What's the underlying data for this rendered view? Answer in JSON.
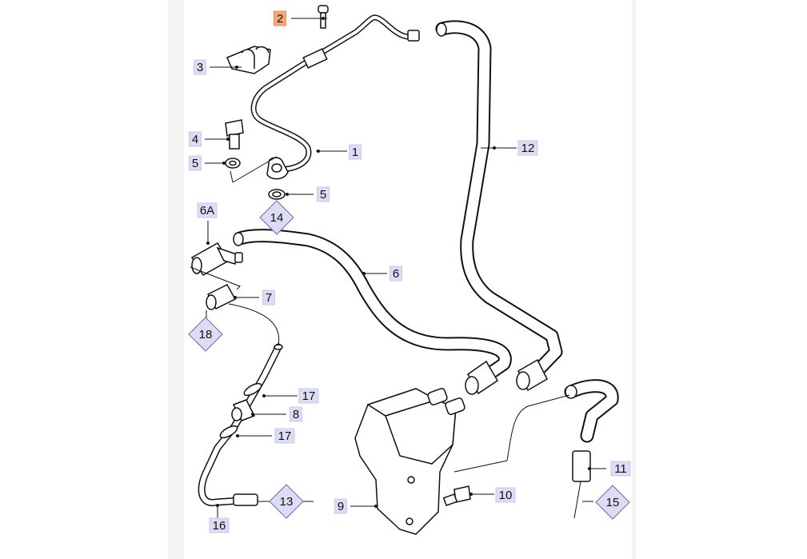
{
  "colors": {
    "label_box_bg": "#dcdcf4",
    "label_box_border": "#c9c9ee",
    "highlight_bg": "#f7a97a",
    "highlight_border": "#e58a55",
    "diamond_bg": "#dcdcf4",
    "diamond_border": "#6a6ab0",
    "line": "#111111"
  },
  "parts": [
    {
      "id": "part-2",
      "text": "2",
      "highlighted": true
    },
    {
      "id": "part-3",
      "text": "3"
    },
    {
      "id": "part-4",
      "text": "4"
    },
    {
      "id": "part-5a",
      "text": "5"
    },
    {
      "id": "part-1",
      "text": "1"
    },
    {
      "id": "part-5b",
      "text": "5"
    },
    {
      "id": "part-12",
      "text": "12"
    },
    {
      "id": "part-6a",
      "text": "6A"
    },
    {
      "id": "part-6",
      "text": "6"
    },
    {
      "id": "part-7",
      "text": "7"
    },
    {
      "id": "part-17a",
      "text": "17"
    },
    {
      "id": "part-8",
      "text": "8"
    },
    {
      "id": "part-17b",
      "text": "17"
    },
    {
      "id": "part-11",
      "text": "11"
    },
    {
      "id": "part-10",
      "text": "10"
    },
    {
      "id": "part-9",
      "text": "9"
    },
    {
      "id": "part-16",
      "text": "16"
    }
  ],
  "references": [
    {
      "id": "ref-14",
      "text": "14"
    },
    {
      "id": "ref-18",
      "text": "18"
    },
    {
      "id": "ref-13",
      "text": "13"
    },
    {
      "id": "ref-15",
      "text": "15"
    }
  ]
}
